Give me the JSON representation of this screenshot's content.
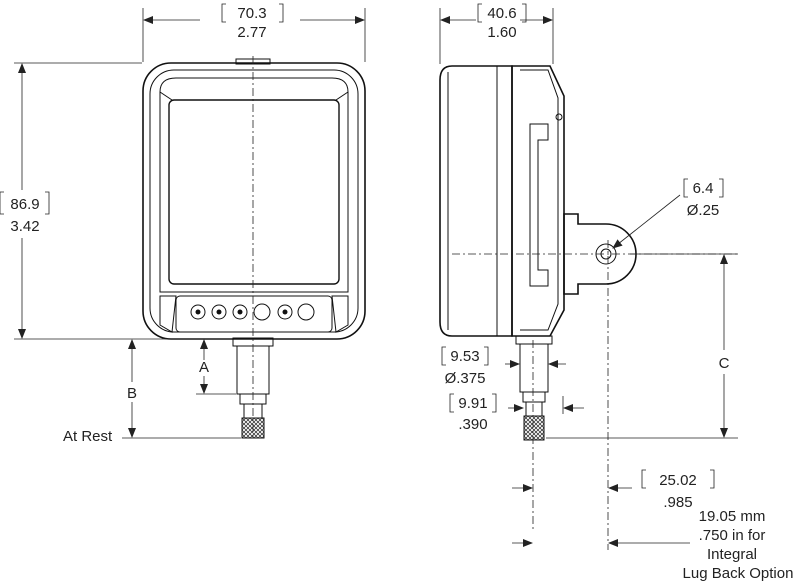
{
  "dimensions": {
    "width": {
      "mm": "70.3",
      "in": "2.77"
    },
    "height": {
      "mm": "86.9",
      "in": "3.42"
    },
    "depth": {
      "mm": "40.6",
      "in": "1.60"
    },
    "hole": {
      "mm": "6.4",
      "in": "Ø.25"
    },
    "stem": {
      "mm": "9.53",
      "in": "Ø.375"
    },
    "tip": {
      "mm": "9.91",
      "in": ".390"
    },
    "lug_offset": {
      "mm": "25.02",
      "in": ".985"
    }
  },
  "labels": {
    "a": "A",
    "b": "B",
    "c": "C",
    "at_rest": "At Rest",
    "lug_note": [
      "19.05 mm",
      ".750 in for",
      "Integral",
      "Lug Back Option"
    ]
  }
}
